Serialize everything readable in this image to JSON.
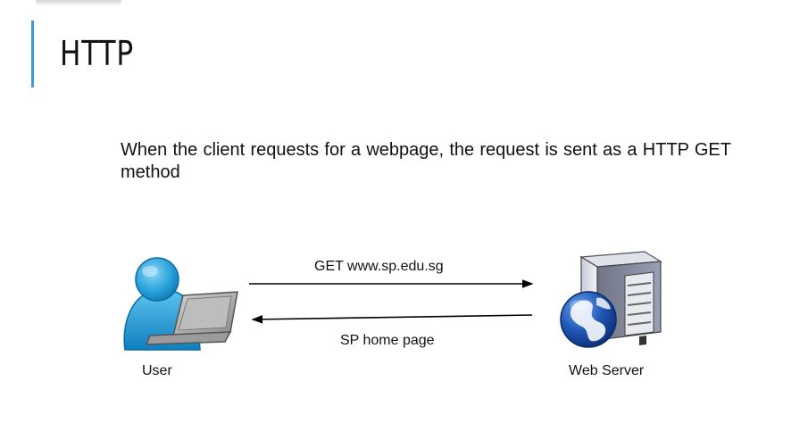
{
  "slide": {
    "title": "HTTP",
    "body": "When the client requests for a webpage, the request is sent as a HTTP GET method"
  },
  "diagram": {
    "request_label": "GET www.sp.edu.sg",
    "response_label": "SP home page",
    "client_label": "User",
    "server_label": "Web Server",
    "icons": [
      "user-with-laptop-icon",
      "web-server-icon",
      "globe-icon"
    ],
    "colors": {
      "accent": "#3c9bd6",
      "user_blue": "#2a9fd8",
      "globe_blue": "#1a4fa8",
      "server_grey": "#8f95a6"
    }
  }
}
